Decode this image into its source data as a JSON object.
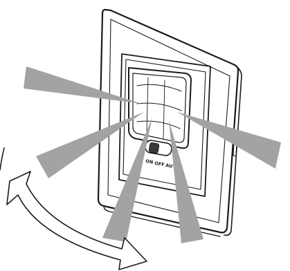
{
  "switch_labels": {
    "left": "ON",
    "middle": "OFF",
    "right": "AUTO"
  },
  "detection_beam_count": 5,
  "colors": {
    "line": "#1a1a1a",
    "beam": "#a3a3a3",
    "background": "#ffffff"
  }
}
